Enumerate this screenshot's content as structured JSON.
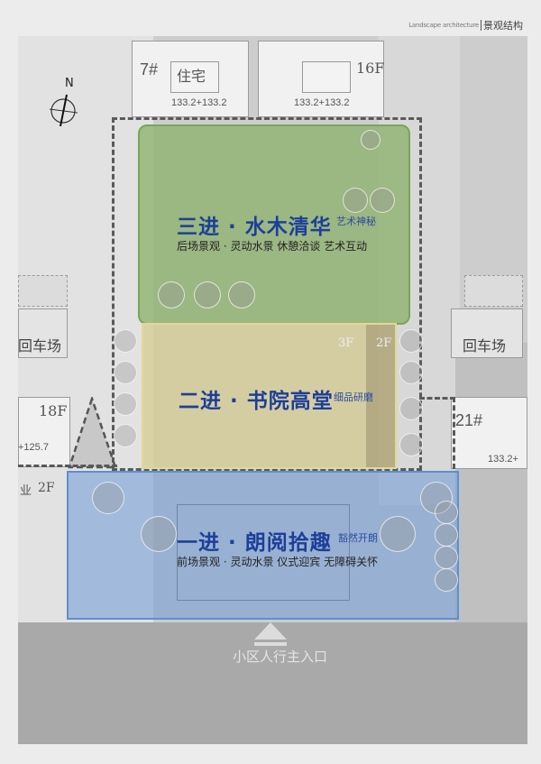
{
  "header": {
    "subtitle_en": "Landscape architecture",
    "title_cn": "景观结构"
  },
  "compass": {
    "north_label": "N",
    "icon": "compass-icon"
  },
  "buildings": {
    "b7": {
      "number": "7#",
      "type": "住宅",
      "area": "133.2+133.2"
    },
    "b_top_right": {
      "floors": "16F",
      "area": "133.2+133.2"
    },
    "b18": {
      "floors": "18F",
      "area": "+125.7"
    },
    "b21": {
      "number": "21#",
      "area": "133.2+"
    },
    "b_left_2f": {
      "floors": "2F",
      "prefix": "业"
    },
    "clubhouse": {
      "floors_a": "3F",
      "floors_b": "2F"
    }
  },
  "turnarounds": {
    "left": "回车场",
    "right": "回车场"
  },
  "zones": [
    {
      "id": "zone-3",
      "title": "三进 · 水木清华",
      "tag": "艺术神秘",
      "subtitle": "后场景观 · 灵动水景 休憩洽谈 艺术互动",
      "color": "#8aaf68"
    },
    {
      "id": "zone-2",
      "title": "二进 · 书院高堂",
      "tag": "细品研磨",
      "subtitle": "",
      "color": "#d7cd96"
    },
    {
      "id": "zone-1",
      "title": "一进 · 朗阅拾趣",
      "tag": "豁然开朗",
      "subtitle": "前场景观 · 灵动水景 仪式迎宾 无障碍关怀",
      "color": "#6e9bd7"
    }
  ],
  "entrance": {
    "label": "小区人行主入口",
    "icon": "entrance-arrow-icon"
  },
  "colors": {
    "title_blue": "#1d3f9a",
    "dashed_boundary": "#5a5a5a",
    "road_gray": "#a9a9a9"
  }
}
